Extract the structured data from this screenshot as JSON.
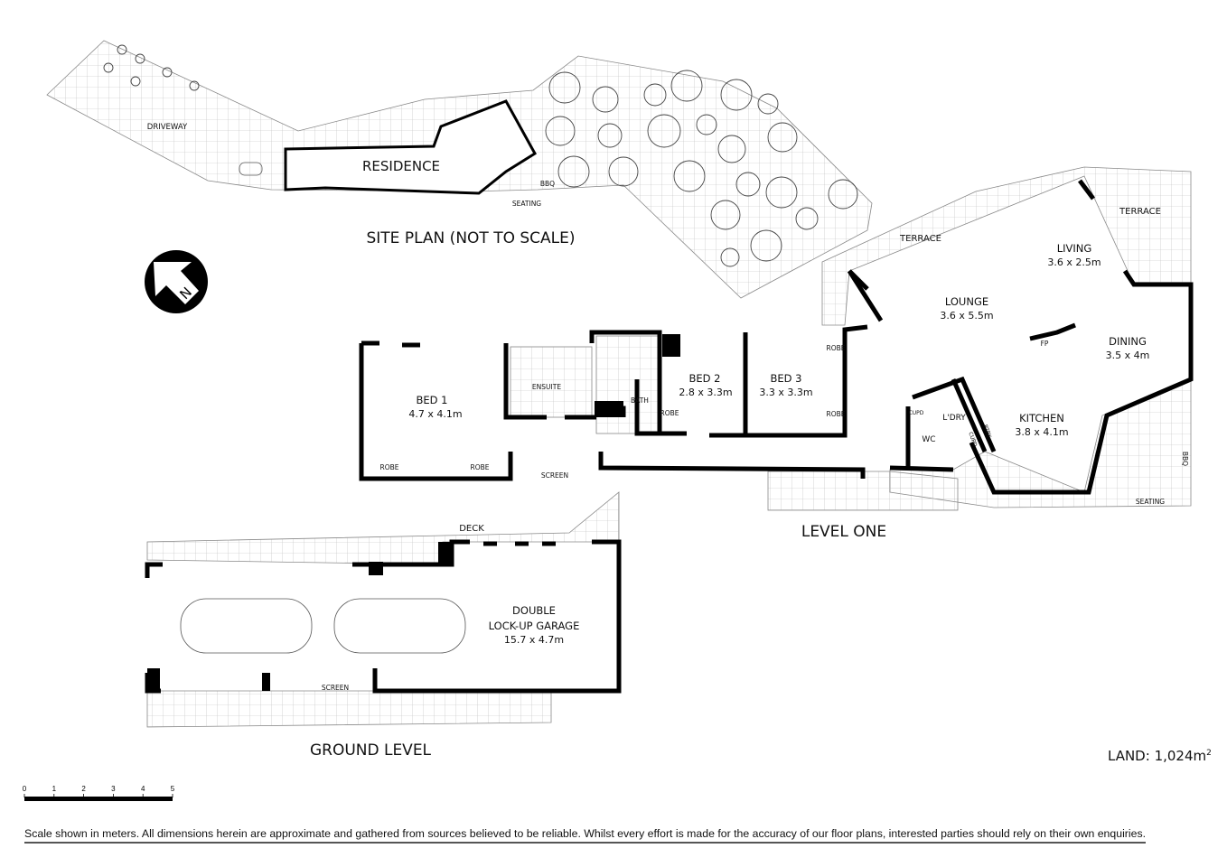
{
  "site_plan": {
    "title": "SITE PLAN (NOT TO SCALE)",
    "labels": {
      "driveway": "DRIVEWAY",
      "residence": "RESIDENCE",
      "bbq": "BBQ",
      "seating": "SEATING"
    }
  },
  "north_arrow": {
    "letter": "N"
  },
  "level_one": {
    "title": "LEVEL ONE",
    "rooms": {
      "bed1": {
        "name": "BED 1",
        "dim": "4.7 x 4.1m"
      },
      "ensuite": {
        "name": "ENSUITE"
      },
      "bath": {
        "name": "BATH"
      },
      "bed2": {
        "name": "BED 2",
        "dim": "2.8 x 3.3m"
      },
      "bed3": {
        "name": "BED 3",
        "dim": "3.3 x 3.3m"
      },
      "lounge": {
        "name": "LOUNGE",
        "dim": "3.6 x 5.5m"
      },
      "living": {
        "name": "LIVING",
        "dim": "3.6 x 2.5m"
      },
      "dining": {
        "name": "DINING",
        "dim": "3.5 x 4m"
      },
      "kitchen": {
        "name": "KITCHEN",
        "dim": "3.8 x 4.1m"
      },
      "laundry": {
        "name": "L'DRY"
      },
      "wc": {
        "name": "WC"
      }
    },
    "small_labels": {
      "robe": "ROBE",
      "screen": "SCREEN",
      "terrace": "TERRACE",
      "fp": "FP",
      "cupd": "CUPD",
      "ptry": "PTRY",
      "bbq": "BBQ",
      "seating": "SEATING"
    }
  },
  "ground_level": {
    "title": "GROUND LEVEL",
    "rooms": {
      "garage": {
        "name_line1": "DOUBLE",
        "name_line2": "LOCK-UP GARAGE",
        "dim": "15.7 x 4.7m"
      }
    },
    "small_labels": {
      "deck": "DECK",
      "screen": "SCREEN"
    }
  },
  "scale_bar": {
    "ticks": [
      "0",
      "1",
      "2",
      "3",
      "4",
      "5"
    ],
    "unit": "meters"
  },
  "land": {
    "label": "LAND:",
    "value": "1,024m",
    "sup": "2"
  },
  "disclaimer": "Scale shown in meters. All dimensions herein are approximate and gathered from sources believed to be  reliable. Whilst every effort is made for the accuracy of our floor plans, interested parties should rely on their own enquiries."
}
